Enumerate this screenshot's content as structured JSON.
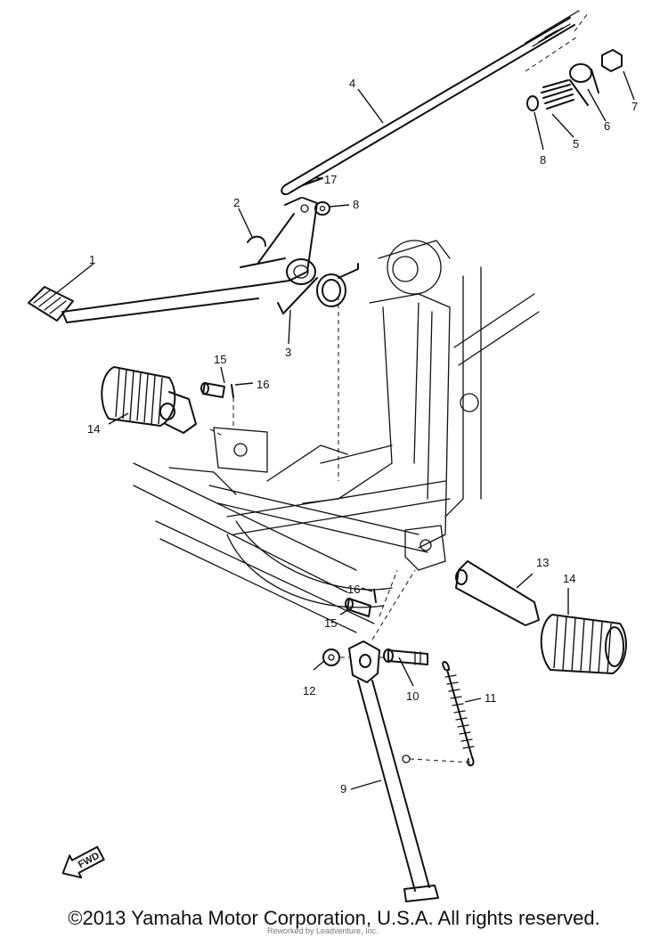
{
  "callouts": {
    "c1": "1",
    "c2": "2",
    "c3": "3",
    "c4": "4",
    "c5": "5",
    "c6": "6",
    "c7": "7",
    "c8a": "8",
    "c8b": "8",
    "c9": "9",
    "c10": "10",
    "c11": "11",
    "c12": "12",
    "c13": "13",
    "c14a": "14",
    "c14b": "14",
    "c15a": "15",
    "c15b": "15",
    "c16a": "16",
    "c16b": "16",
    "c17": "17"
  },
  "fwd_label": "FWD",
  "footer": {
    "copyright": "©2013 Yamaha Motor Corporation, U.S.A. All rights reserved.",
    "attribution": "Reworked by Leadventure, Inc."
  }
}
